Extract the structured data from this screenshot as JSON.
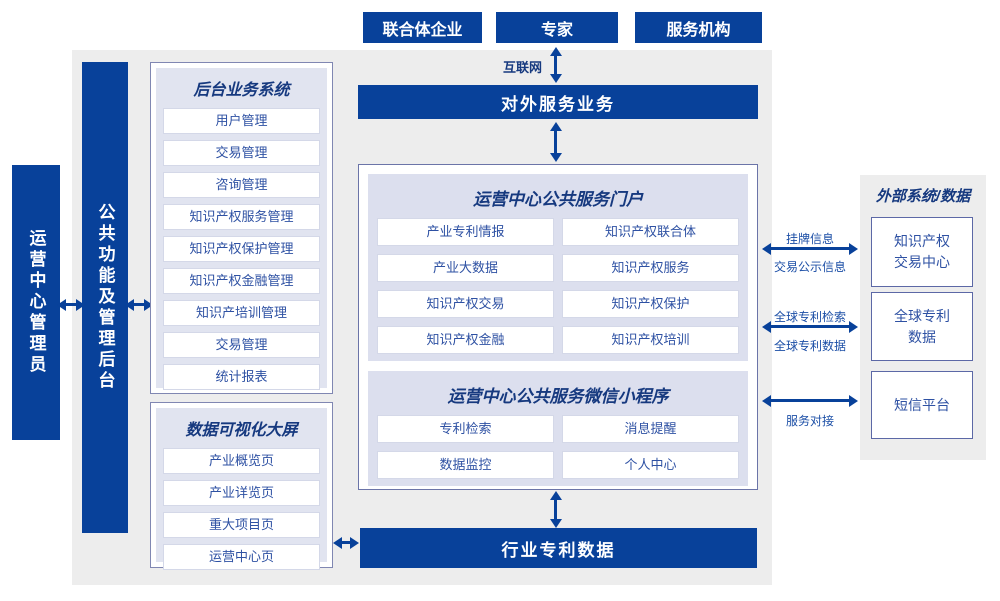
{
  "colors": {
    "primary_blue": "#08419a",
    "navy_title_text": "#16397f",
    "item_text": "#2e51a3",
    "label_text": "#1b4ea6",
    "panel_gray": "#ededed",
    "group_lavender": "#e1e4f0",
    "center_lavender": "#dcdfee"
  },
  "top_actors": [
    "联合体企业",
    "专家",
    "服务机构"
  ],
  "internet": {
    "label": "互联网"
  },
  "bars": {
    "external_service": "对外服务业务",
    "industry_patent_data": "行业专利数据"
  },
  "side_bars": {
    "operation_admin": "运营中心管理员",
    "public_admin_backend": "公共功能及管理后台"
  },
  "backend_system": {
    "title": "后台业务系统",
    "items": [
      "用户管理",
      "交易管理",
      "咨询管理",
      "知识产权服务管理",
      "知识产权保护管理",
      "知识产权金融管理",
      "知识产培训管理",
      "交易管理",
      "统计报表"
    ]
  },
  "dashboard": {
    "title": "数据可视化大屏",
    "items": [
      "产业概览页",
      "产业详览页",
      "重大项目页",
      "运营中心页"
    ]
  },
  "portal": {
    "title": "运营中心公共服务门户",
    "items": [
      "产业专利情报",
      "知识产权联合体",
      "产业大数据",
      "知识产权服务",
      "知识产权交易",
      "知识产权保护",
      "知识产权金融",
      "知识产权培训"
    ]
  },
  "miniprogram": {
    "title": "运营中心公共服务微信小程序",
    "items": [
      "专利检索",
      "消息提醒",
      "数据监控",
      "个人中心"
    ]
  },
  "external_panel": {
    "title": "外部系统/数据",
    "boxes": [
      "知识产权\n交易中心",
      "全球专利\n数据",
      "短信平台"
    ]
  },
  "links": {
    "listing_info": "挂牌信息",
    "trade_publicity_info": "交易公示信息",
    "global_patent_search": "全球专利检索",
    "global_patent_data": "全球专利数据",
    "service_connection": "服务对接"
  }
}
